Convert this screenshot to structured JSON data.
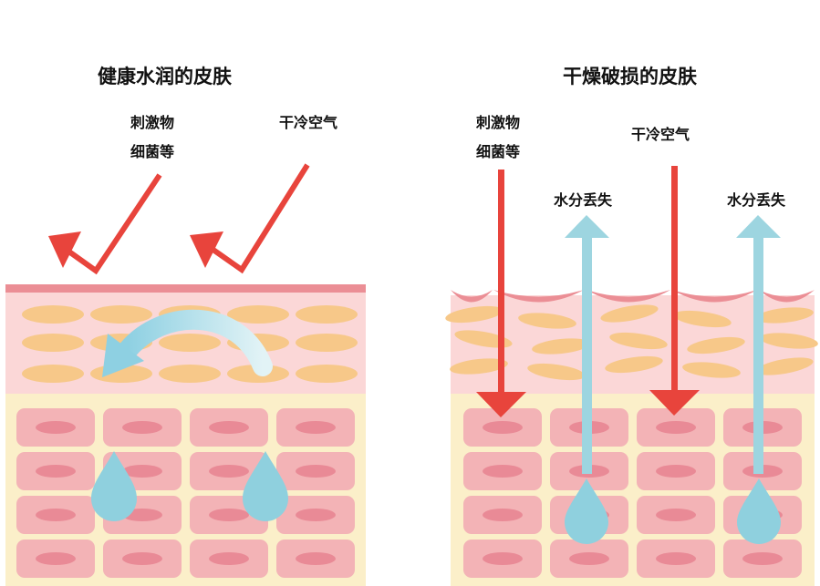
{
  "left": {
    "title": "健康水润的皮肤",
    "label_irritant_line1": "刺激物",
    "label_irritant_line2": "细菌等",
    "label_cold_air": "干冷空气"
  },
  "right": {
    "title": "干燥破损的皮肤",
    "label_irritant_line1": "刺激物",
    "label_irritant_line2": "细菌等",
    "label_cold_air": "干冷空气",
    "label_water_loss_1": "水分丢失",
    "label_water_loss_2": "水分丢失"
  },
  "colors": {
    "dermis_bg": "#fbefc9",
    "epidermis_bg": "#fbd7d7",
    "surface_line": "#eb8e95",
    "epi_oval": "#f7c889",
    "cell_fill": "#f3b3b6",
    "cell_nucleus": "#e98a96",
    "red_arrow": "#e8443c",
    "blue_arrow": "#9dd5e0",
    "droplet": "#8fd0de"
  }
}
